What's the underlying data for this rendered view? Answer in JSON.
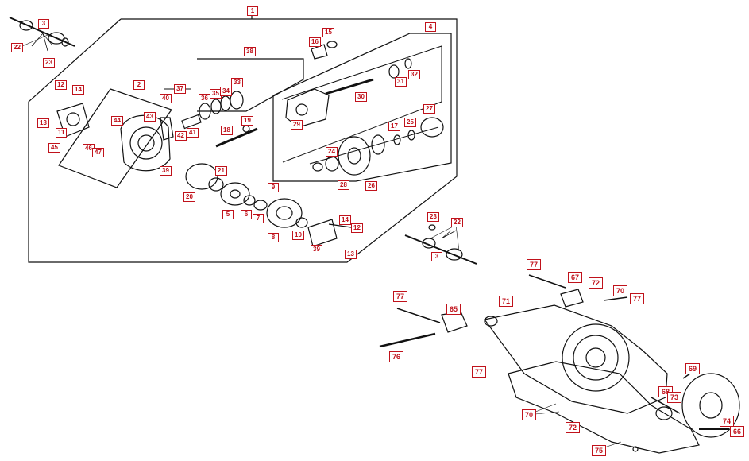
{
  "accent_color": "#c0121b",
  "line_color": "#111111",
  "callouts": [
    {
      "key": "c1",
      "text": "1"
    },
    {
      "key": "c3a",
      "text": "3"
    },
    {
      "key": "c22a",
      "text": "22"
    },
    {
      "key": "c23a",
      "text": "23"
    },
    {
      "key": "c2",
      "text": "2"
    },
    {
      "key": "c14a",
      "text": "14"
    },
    {
      "key": "c13a",
      "text": "13"
    },
    {
      "key": "c12a",
      "text": "12"
    },
    {
      "key": "c11",
      "text": "11"
    },
    {
      "key": "c45",
      "text": "45"
    },
    {
      "key": "c46",
      "text": "46"
    },
    {
      "key": "c47",
      "text": "47"
    },
    {
      "key": "c44",
      "text": "44"
    },
    {
      "key": "c43",
      "text": "43"
    },
    {
      "key": "c42",
      "text": "42"
    },
    {
      "key": "c41",
      "text": "41"
    },
    {
      "key": "c40",
      "text": "40"
    },
    {
      "key": "c39",
      "text": "39"
    },
    {
      "key": "c38",
      "text": "38"
    },
    {
      "key": "c37",
      "text": "37"
    },
    {
      "key": "c36",
      "text": "36"
    },
    {
      "key": "c35",
      "text": "35"
    },
    {
      "key": "c34",
      "text": "34"
    },
    {
      "key": "c33",
      "text": "33"
    },
    {
      "key": "c32",
      "text": "32"
    },
    {
      "key": "c31",
      "text": "31"
    },
    {
      "key": "c30",
      "text": "30"
    },
    {
      "key": "c29",
      "text": "29"
    },
    {
      "key": "c28",
      "text": "28"
    },
    {
      "key": "c27",
      "text": "27"
    },
    {
      "key": "c26",
      "text": "26"
    },
    {
      "key": "c25",
      "text": "25"
    },
    {
      "key": "c24",
      "text": "24"
    },
    {
      "key": "c21",
      "text": "21"
    },
    {
      "key": "c20",
      "text": "20"
    },
    {
      "key": "c19",
      "text": "19"
    },
    {
      "key": "c18",
      "text": "18"
    },
    {
      "key": "c17",
      "text": "17"
    },
    {
      "key": "c16",
      "text": "16"
    },
    {
      "key": "c15",
      "text": "15"
    },
    {
      "key": "c4",
      "text": "4"
    },
    {
      "key": "c5",
      "text": "5"
    },
    {
      "key": "c6",
      "text": "6"
    },
    {
      "key": "c7",
      "text": "7"
    },
    {
      "key": "c8",
      "text": "8"
    },
    {
      "key": "c9",
      "text": "9"
    },
    {
      "key": "c10",
      "text": "10"
    },
    {
      "key": "c14b",
      "text": "14"
    },
    {
      "key": "c12b",
      "text": "12"
    },
    {
      "key": "c13b",
      "text": "13"
    },
    {
      "key": "c23b",
      "text": "23"
    },
    {
      "key": "c22b",
      "text": "22"
    },
    {
      "key": "c3b",
      "text": "3"
    },
    {
      "key": "c77a",
      "text": "77"
    },
    {
      "key": "c67",
      "text": "67"
    },
    {
      "key": "c72a",
      "text": "72"
    },
    {
      "key": "c70a",
      "text": "70"
    },
    {
      "key": "c77b",
      "text": "77"
    },
    {
      "key": "c77c",
      "text": "77"
    },
    {
      "key": "c65",
      "text": "65"
    },
    {
      "key": "c71",
      "text": "71"
    },
    {
      "key": "c76",
      "text": "76"
    },
    {
      "key": "c77d",
      "text": "77"
    },
    {
      "key": "c69",
      "text": "69"
    },
    {
      "key": "c68",
      "text": "68"
    },
    {
      "key": "c73",
      "text": "73"
    },
    {
      "key": "c74",
      "text": "74"
    },
    {
      "key": "c66",
      "text": "66"
    },
    {
      "key": "c70b",
      "text": "70"
    },
    {
      "key": "c72b",
      "text": "72"
    },
    {
      "key": "c75",
      "text": "75"
    }
  ]
}
